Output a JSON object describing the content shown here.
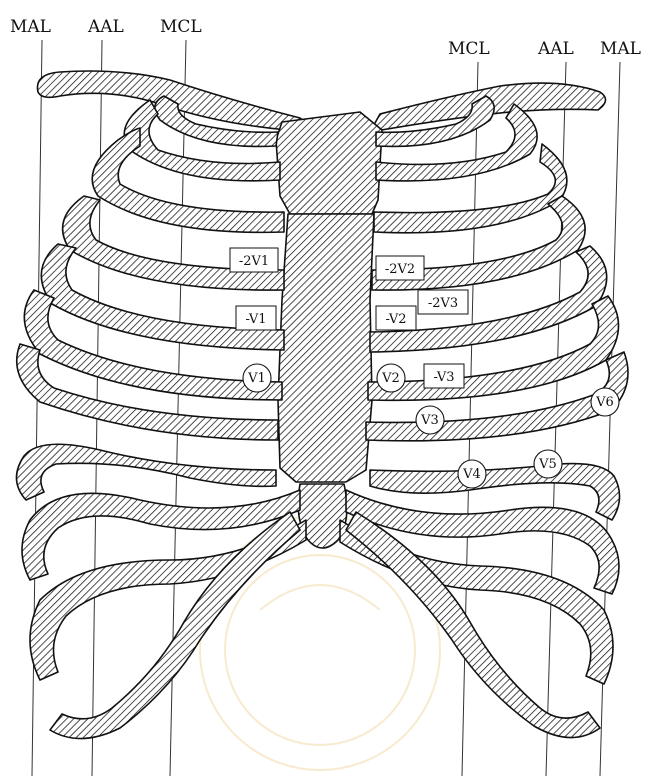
{
  "lines": {
    "right_mal": "MAL",
    "right_aal": "AAL",
    "right_mcl": "MCL",
    "left_mcl": "MCL",
    "left_aal": "AAL",
    "left_mal": "MAL"
  },
  "leads": {
    "v1": "V1",
    "v2": "V2",
    "v3": "V3",
    "v4": "V4",
    "v5": "V5",
    "v6": "V6",
    "minus_v1": "-V1",
    "minus_v2": "-V2",
    "minus_v3": "-V3",
    "minus_2v1": "-2V1",
    "minus_2v2": "-2V2",
    "minus_2v3": "-2V3"
  },
  "colors": {
    "line": "#111111",
    "hatch": "#111111",
    "background": "#ffffff",
    "watermark": "#f0d9a8"
  }
}
